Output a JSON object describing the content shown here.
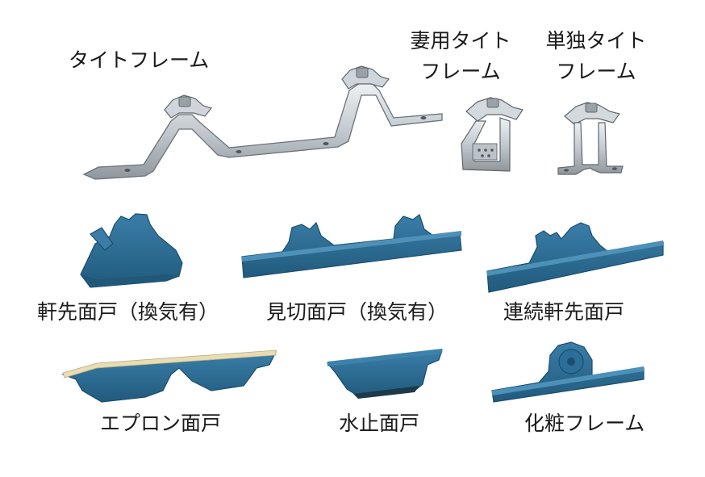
{
  "colors": {
    "steel_light": "#e4e8ec",
    "steel_mid": "#b9c0c6",
    "steel_dark": "#7d868d",
    "steel_edge": "#5b646b",
    "blue_face": "#2a6b92",
    "blue_light": "#3d82ab",
    "blue_dark": "#1b4e6e",
    "cream_edge": "#e7dcb4",
    "text": "#1a1a1a"
  },
  "labels": {
    "tight_frame": "タイトフレーム",
    "tsuma_frame_line1": "妻用タイト",
    "tsuma_frame_line2": "フレーム",
    "single_frame_line1": "単独タイト",
    "single_frame_line2": "フレーム",
    "eaves_closure": "軒先面戸（換気有）",
    "cut_closure": "見切面戸（換気有）",
    "continuous_eaves_closure": "連続軒先面戸",
    "apron_closure": "エプロン面戸",
    "water_stop_closure": "水止面戸",
    "decorative_frame": "化粧フレーム"
  }
}
